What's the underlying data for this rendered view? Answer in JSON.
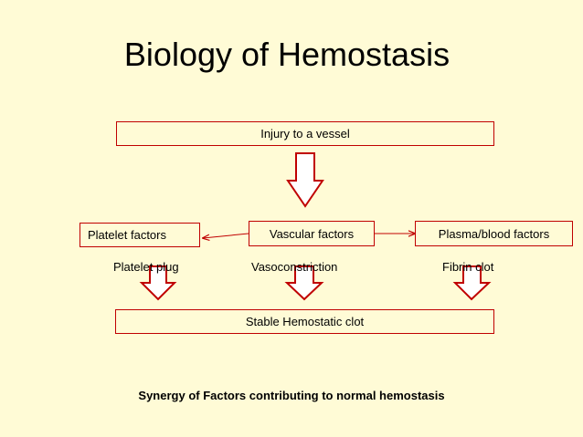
{
  "title": "Biology of Hemostasis",
  "nodes": {
    "injury": "Injury to a vessel",
    "vascular": "Vascular factors",
    "platelet": "Platelet factors",
    "plasma": "Plasma/blood factors",
    "stable": "Stable Hemostatic clot"
  },
  "labels": {
    "platelet_plug": "Platelet plug",
    "vasoconstriction": "Vasoconstriction",
    "fibrin_clot": "Fibrin clot"
  },
  "footer": "Synergy of Factors contributing to normal hemostasis",
  "colors": {
    "background": "#FFFBD6",
    "border": "#C00000",
    "arrow_fill": "#FFFFFF"
  }
}
